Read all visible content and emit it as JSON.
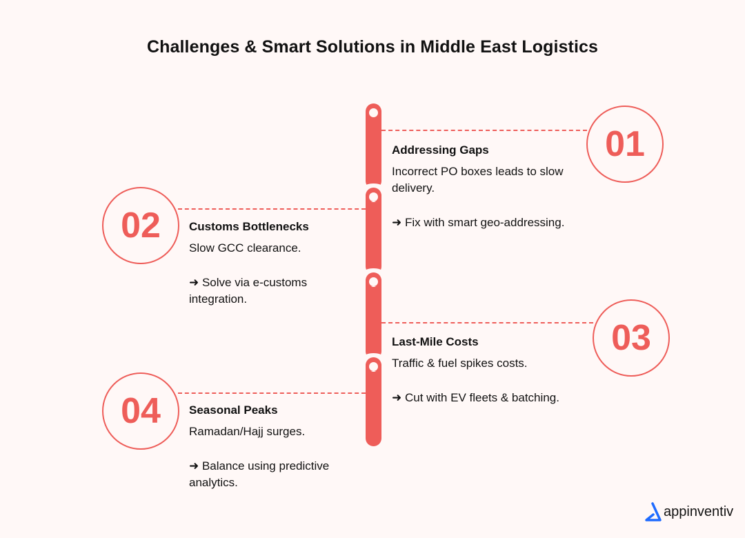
{
  "title": "Challenges & Smart Solutions in Middle East Logistics",
  "items": [
    {
      "number": "01",
      "heading": "Addressing Gaps",
      "problem": "Incorrect PO boxes leads to slow delivery.",
      "solution": "➜ Fix with smart geo-addressing."
    },
    {
      "number": "02",
      "heading": "Customs Bottlenecks",
      "problem": "Slow GCC clearance.",
      "solution": "➜ Solve via e-customs integration."
    },
    {
      "number": "03",
      "heading": "Last-Mile Costs",
      "problem": "Traffic & fuel spikes costs.",
      "solution": "➜ Cut with EV fleets & batching."
    },
    {
      "number": "04",
      "heading": "Seasonal Peaks",
      "problem": "Ramadan/Hajj surges.",
      "solution": "➜ Balance using predictive analytics."
    }
  ],
  "brand": {
    "name": "appinventiv",
    "accent": "#ee5d59",
    "logo_color": "#1e6bff"
  }
}
